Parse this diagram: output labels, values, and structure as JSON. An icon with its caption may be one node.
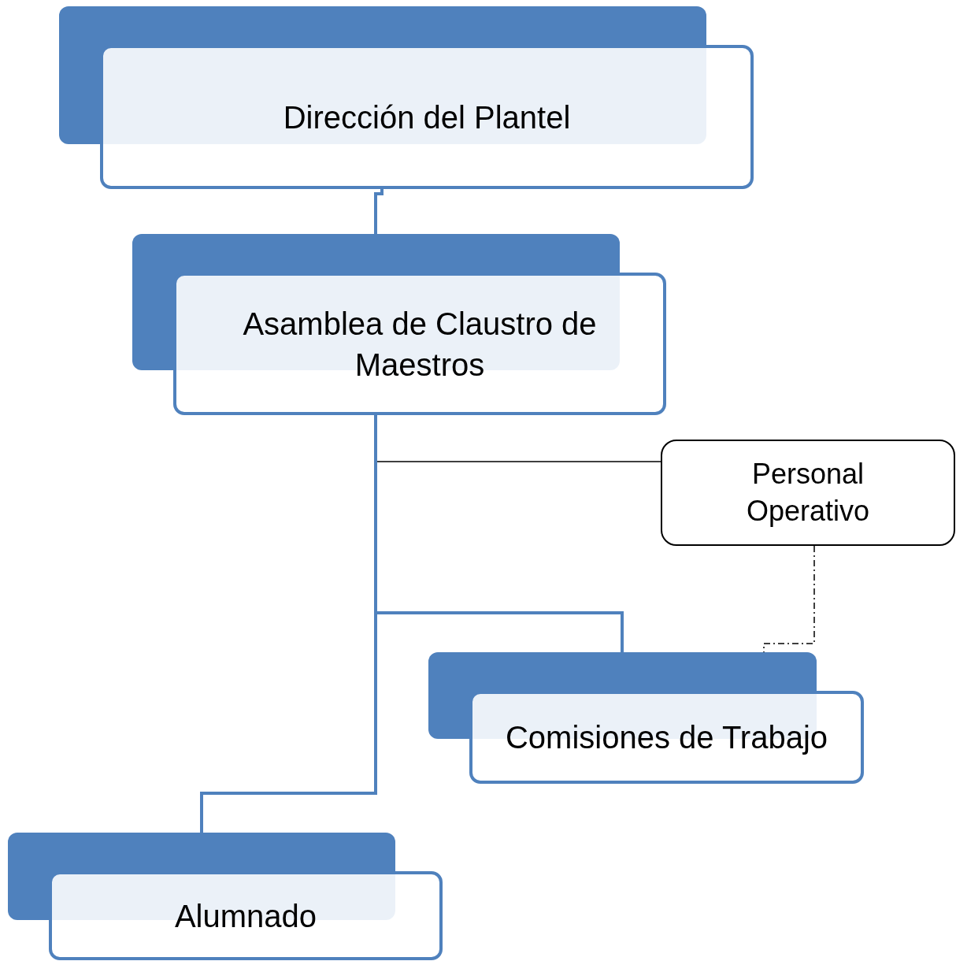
{
  "diagram": {
    "nodes": [
      {
        "text": [
          "Dirección del Plantel"
        ]
      },
      {
        "text": [
          "Asamblea de Claustro de Maestros"
        ]
      },
      {
        "text": [
          "Personal Operativo"
        ]
      },
      {
        "text": [
          "Comisiones de Trabajo"
        ]
      },
      {
        "text": [
          "Alumnado"
        ]
      }
    ],
    "edges": [
      {
        "from": 0,
        "to": 1,
        "arrow": "none"
      },
      {
        "from": 1,
        "to": 2,
        "arrow": "none",
        "color": "#000000"
      },
      {
        "from": 1,
        "to": 3,
        "arrow": "none"
      },
      {
        "from": 1,
        "to": 4,
        "arrow": "none"
      },
      {
        "from": 2,
        "to": 3,
        "arrow": "none",
        "style": "dashed",
        "color": "#000000"
      }
    ]
  }
}
